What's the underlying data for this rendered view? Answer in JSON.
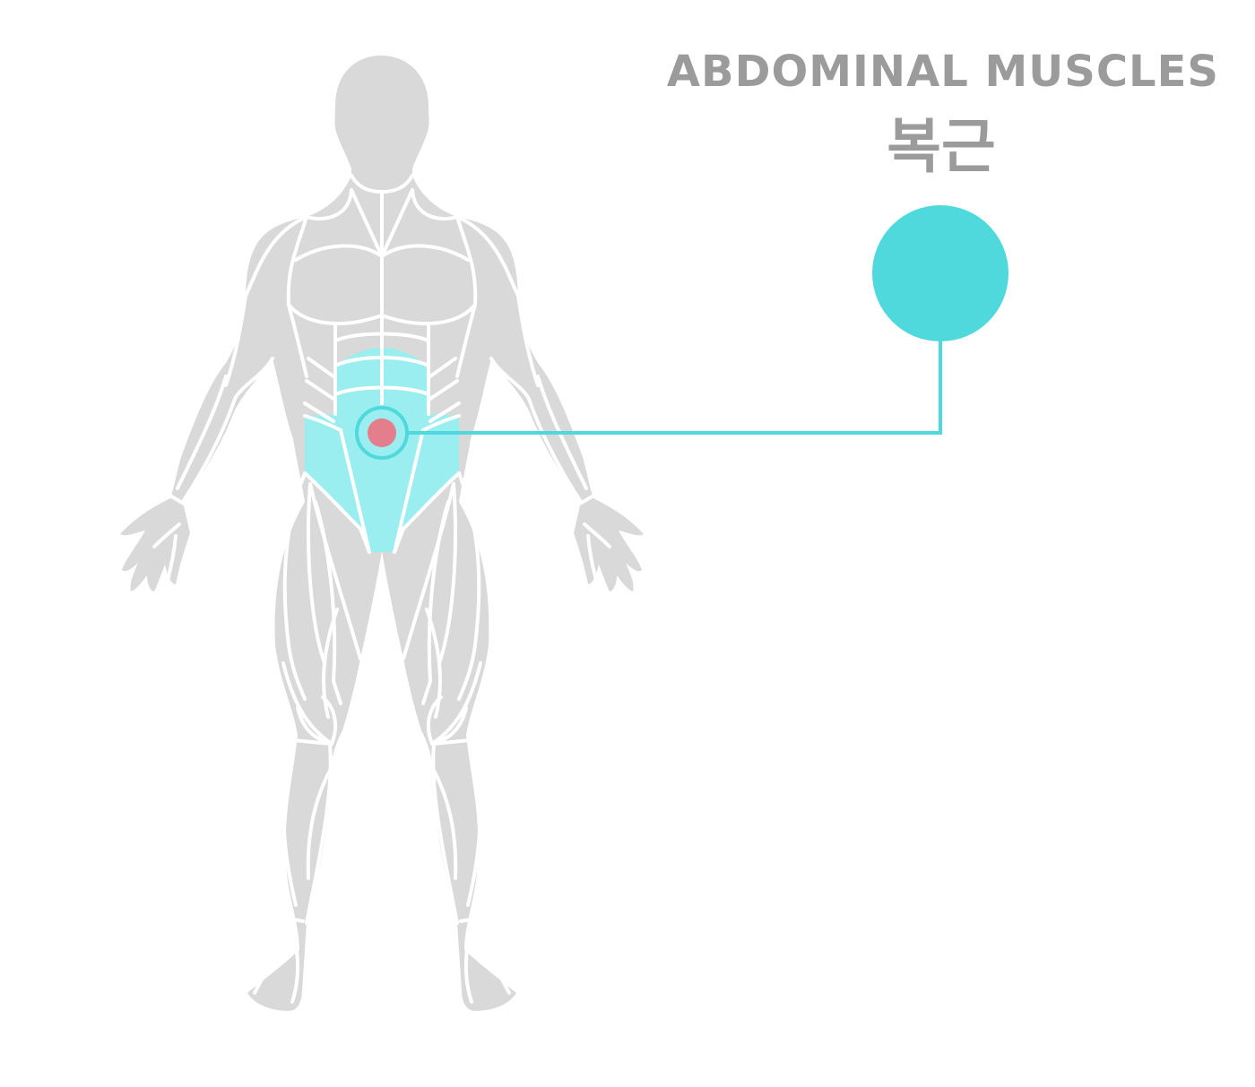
{
  "label": {
    "title_en": "ABDOMINAL MUSCLES",
    "title_ko": "복근"
  },
  "colors": {
    "body": "#d9d9d9",
    "muscle_lines": "#ffffff",
    "highlight": "#9beef0",
    "accent": "#4fd9dc",
    "marker": "#e57e8c",
    "text": "#9b9b9b"
  },
  "icons": [
    "human-body-figure",
    "callout-dot"
  ]
}
